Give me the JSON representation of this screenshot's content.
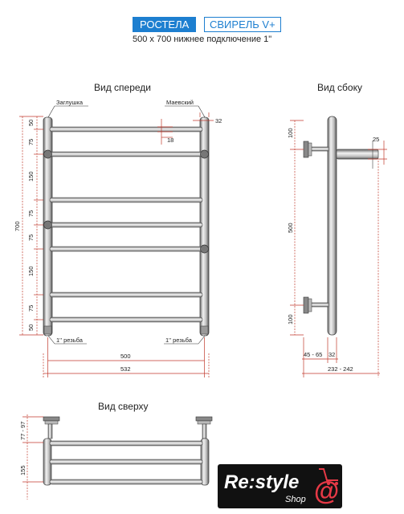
{
  "header": {
    "brand": "РОСТЕЛА",
    "model": "СВИРЕЛЬ V+",
    "subtitle": "500 х 700 нижнее подключение 1\""
  },
  "front_view": {
    "title": "Вид спереди",
    "plug_label": "Заглушка",
    "valve_label": "Маевский",
    "thread_left": "1'' резьба",
    "thread_right": "1'' резьба",
    "dim_total_height": "700",
    "dim_segments": [
      "50",
      "75",
      "150",
      "75",
      "75",
      "150",
      "75",
      "50"
    ],
    "dim_tube": "32",
    "dim_bar": "18",
    "dim_width_inner": "500",
    "dim_width_outer": "532"
  },
  "side_view": {
    "title": "Вид сбоку",
    "dim_top": "100",
    "dim_mid": "500",
    "dim_bottom": "100",
    "dim_bar_dia": "25",
    "dim_offset": "45 - 65",
    "dim_tube": "32",
    "dim_depth": "232 - 242"
  },
  "top_view": {
    "title": "Вид сверху",
    "dim_wall": "77 - 97",
    "dim_depth": "155"
  },
  "logo": {
    "main": "Re:style",
    "sub": "Shop",
    "symbol": "@"
  },
  "colors": {
    "brand_blue": "#1d7fd0",
    "dimension_red": "#c0392b",
    "metal_dark": "#555555",
    "metal_light": "#d9d9d9"
  }
}
